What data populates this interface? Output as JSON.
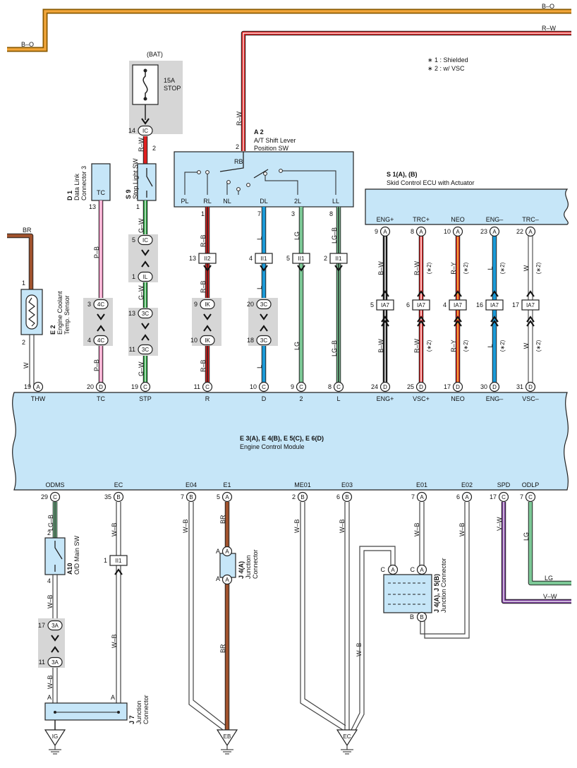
{
  "notes": [
    "∗ 1 : Shielded",
    "∗ 2 : w/ VSC"
  ],
  "components": {
    "bat": {
      "top": "(BAT)",
      "fuse1": "15A",
      "fuse2": "STOP"
    },
    "a2": {
      "id": "A 2",
      "name1": "A/T Shift Lever",
      "name2": "Position SW",
      "rb": "RB",
      "terminals": [
        "PL",
        "RL",
        "NL",
        "DL",
        "2L",
        "LL"
      ],
      "pin2": "2"
    },
    "s9": {
      "id": "S 9",
      "name": "Stop Light SW"
    },
    "d1": {
      "id": "D 1",
      "name1": "Data Link",
      "name2": "Connector 3",
      "tc": "TC"
    },
    "e2": {
      "id": "E 2",
      "name1": "Engine Coolant",
      "name2": "Temp. Sensor"
    },
    "s1": {
      "id": "S 1(A), (B)",
      "name": "Skid Control ECU with Actuator",
      "terminals": [
        "ENG+",
        "TRC+",
        "NEO",
        "ENG–",
        "TRC–"
      ]
    },
    "ecm": {
      "id": "E 3(A), E 4(B), E 5(C), E 6(D)",
      "name": "Engine Control Module",
      "top_terminals": [
        "THW",
        "TC",
        "STP",
        "R",
        "D",
        "2",
        "L",
        "ENG+",
        "VSC+",
        "NEO",
        "ENG–",
        "VSC–"
      ],
      "bottom_terminals": [
        "ODMS",
        "EC",
        "E04",
        "E1",
        "ME01",
        "E03",
        "E01",
        "E02",
        "SPD",
        "ODLP"
      ]
    },
    "a10": {
      "id": "A10",
      "name": "O/D Main SW"
    },
    "j7": {
      "id": "J 7",
      "name1": "Junction",
      "name2": "Connector"
    },
    "j4a": {
      "id": "J 4(A)",
      "name1": "Junction",
      "name2": "Connector"
    },
    "j4j5": {
      "id": "J 4(A), J 5(B)",
      "name": "Junction Connector"
    }
  },
  "grounds": [
    "IG",
    "EB",
    "EC"
  ],
  "wires": {
    "bo": "B–O",
    "rw": "R–W",
    "br": "BR",
    "w": "W",
    "pb": "P–B",
    "gw": "G–W",
    "rb": "R–B",
    "l": "L",
    "lg": "LG",
    "lgb": "LG–B",
    "bw": "B–W",
    "ry": "R–Y",
    "wb": "W–B",
    "vw": "V–W",
    "shield": "(∗2)"
  },
  "colors": {
    "wire_bo_outer": "#8a5a00",
    "wire_bo_inner": "#f2a63a",
    "wire_red": "#e02020",
    "wire_brown": "#a0522d",
    "wire_green": "#22a03a",
    "wire_pink": "#f090c0",
    "wire_blue": "#1a9ad8",
    "wire_lg": "#7cc896",
    "wire_purple": "#7a3c9c",
    "wire_yellow": "#f0d040",
    "module_fill": "#c6e6f8",
    "gray_box": "#d6d6d6"
  }
}
